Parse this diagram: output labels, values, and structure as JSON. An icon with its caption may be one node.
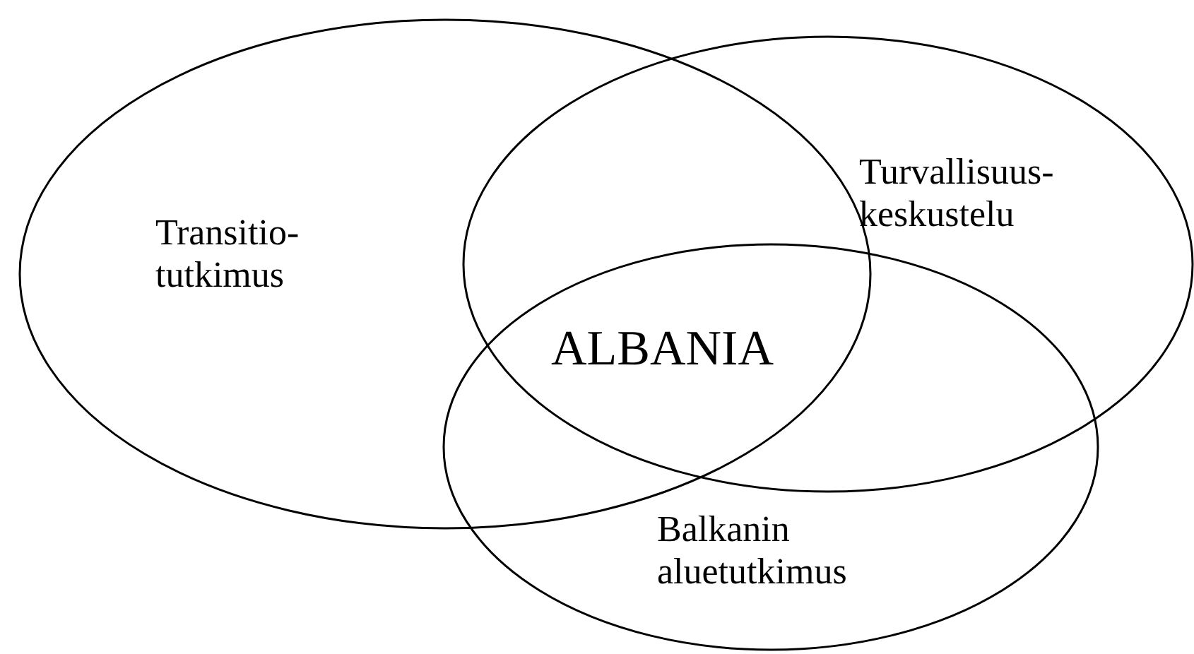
{
  "diagram": {
    "nodes": [
      {
        "text": [
          "Transitio- tutkimus"
        ]
      },
      {
        "text": [
          "Turvallisuus- keskustelu"
        ]
      },
      {
        "text": [
          "Balkanin aluetutkimus"
        ]
      }
    ],
    "labels": [
      "ALBANIA"
    ]
  }
}
